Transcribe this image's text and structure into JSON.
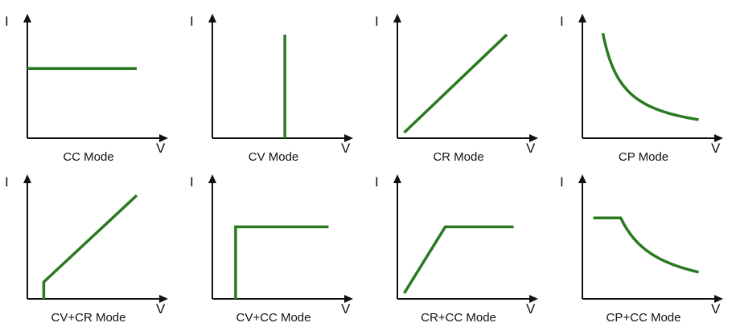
{
  "colors": {
    "curve": "#2a7a20",
    "axis": "#111111"
  },
  "chart_data": [
    {
      "type": "line",
      "title": "CC Mode",
      "xlabel": "V",
      "ylabel": "I",
      "xlim": [
        0,
        1
      ],
      "ylim": [
        0,
        1
      ],
      "series": [
        {
          "points": [
            [
              0,
              0.62
            ],
            [
              0.8,
              0.62
            ]
          ]
        }
      ]
    },
    {
      "type": "line",
      "title": "CV Mode",
      "xlabel": "V",
      "ylabel": "I",
      "xlim": [
        0,
        1
      ],
      "ylim": [
        0,
        1
      ],
      "series": [
        {
          "points": [
            [
              0.53,
              0
            ],
            [
              0.53,
              0.92
            ]
          ]
        }
      ]
    },
    {
      "type": "line",
      "title": "CR Mode",
      "xlabel": "V",
      "ylabel": "I",
      "xlim": [
        0,
        1
      ],
      "ylim": [
        0,
        1
      ],
      "series": [
        {
          "points": [
            [
              0.05,
              0.05
            ],
            [
              0.8,
              0.92
            ]
          ]
        }
      ]
    },
    {
      "type": "line",
      "title": "CP Mode",
      "xlabel": "V",
      "ylabel": "I",
      "xlim": [
        0,
        1
      ],
      "ylim": [
        0,
        1
      ],
      "series": [
        {
          "function": "constant_power",
          "k": 0.14,
          "x_range": [
            0.15,
            0.85
          ]
        }
      ]
    },
    {
      "type": "line",
      "title": "CV+CR Mode",
      "xlabel": "V",
      "ylabel": "I",
      "xlim": [
        0,
        1
      ],
      "ylim": [
        0,
        1
      ],
      "series": [
        {
          "points": [
            [
              0.12,
              0
            ],
            [
              0.12,
              0.15
            ],
            [
              0.8,
              0.92
            ]
          ]
        }
      ]
    },
    {
      "type": "line",
      "title": "CV+CC Mode",
      "xlabel": "V",
      "ylabel": "I",
      "xlim": [
        0,
        1
      ],
      "ylim": [
        0,
        1
      ],
      "series": [
        {
          "points": [
            [
              0.17,
              0
            ],
            [
              0.17,
              0.64
            ],
            [
              0.85,
              0.64
            ]
          ]
        }
      ]
    },
    {
      "type": "line",
      "title": "CR+CC Mode",
      "xlabel": "V",
      "ylabel": "I",
      "xlim": [
        0,
        1
      ],
      "ylim": [
        0,
        1
      ],
      "series": [
        {
          "points": [
            [
              0.05,
              0.05
            ],
            [
              0.35,
              0.64
            ],
            [
              0.85,
              0.64
            ]
          ]
        }
      ]
    },
    {
      "type": "line",
      "title": "CP+CC Mode",
      "xlabel": "V",
      "ylabel": "I",
      "xlim": [
        0,
        1
      ],
      "ylim": [
        0,
        1
      ],
      "series": [
        {
          "function": "constant_power_with_cc",
          "k": 0.202,
          "cc_level": 0.72,
          "x_range": [
            0.08,
            0.85
          ]
        }
      ]
    }
  ]
}
